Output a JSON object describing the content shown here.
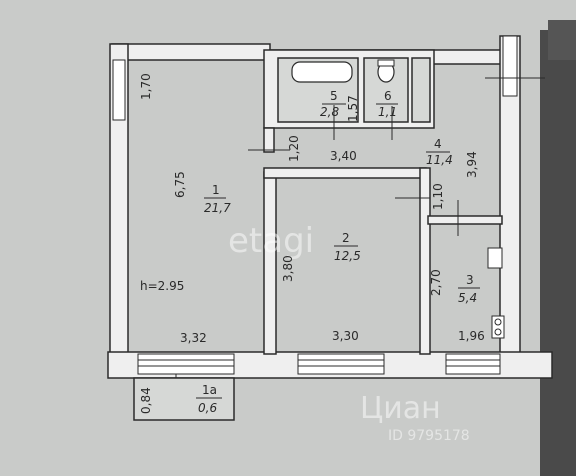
{
  "rooms": [
    {
      "number": "1",
      "area": "21,7"
    },
    {
      "number": "2",
      "area": "12,5"
    },
    {
      "number": "3",
      "area": "5,4"
    },
    {
      "number": "4",
      "area": "11,4"
    },
    {
      "number": "5",
      "area": "2,8"
    },
    {
      "number": "6",
      "area": "1,1"
    },
    {
      "number": "1a",
      "area": "0,6"
    }
  ],
  "dimensions": {
    "d_170": "1,70",
    "d_675": "6,75",
    "d_120": "1,20",
    "d_340": "3,40",
    "d_394": "3,94",
    "d_110": "1,10",
    "d_157": "1,57",
    "d_380": "3,80",
    "d_270": "2,70",
    "d_332": "3,32",
    "d_330": "3,30",
    "d_196": "1,96",
    "d_084": "0,84"
  },
  "ceiling_height": "h=2.95",
  "watermark": {
    "logo": "etagi",
    "brand": "Циан",
    "code": "ID 9795178"
  },
  "colors": {
    "paper": "#c9cbc9",
    "wall": "#efefef",
    "line": "#2b2b2b",
    "dark_corner": "#4a4a4a"
  }
}
